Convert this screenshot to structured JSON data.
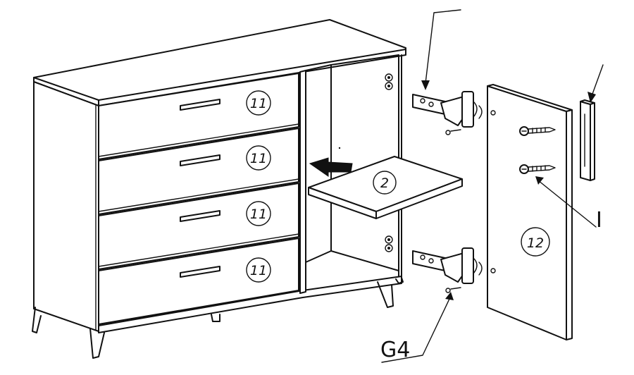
{
  "callouts": {
    "drawer_1": "11",
    "drawer_2": "11",
    "drawer_3": "11",
    "drawer_4": "11",
    "shelf": "2",
    "door": "12"
  },
  "labels": {
    "hinge_screw": "G4",
    "screw_edge": "I"
  },
  "icons": {
    "arrow": "insert-arrow-icon",
    "hinge": "hinge-icon",
    "screw": "screw-icon",
    "handle": "handle-icon"
  }
}
